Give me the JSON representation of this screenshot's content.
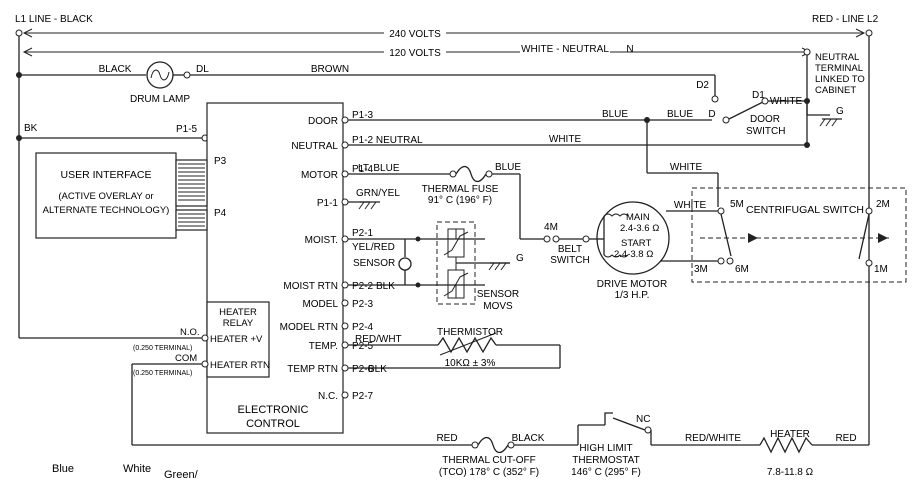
{
  "lines": {
    "l1_line": "L1 LINE - BLACK",
    "l2_line": "RED - LINE L2",
    "v240": "240 VOLTS",
    "v120": "120 VOLTS",
    "white_neutral": "WHITE - NEUTRAL",
    "n": "N",
    "neutral_terminal": [
      "NEUTRAL",
      "TERMINAL",
      "LINKED TO",
      "CABINET"
    ]
  },
  "lamp": {
    "black": "BLACK",
    "dl": "DL",
    "brown": "BROWN",
    "label": "DRUM LAMP",
    "d2": "D2"
  },
  "wires": {
    "bk": "BK",
    "p15": "P1-5",
    "l1": "L1",
    "blue1": "BLUE",
    "blue2": "BLUE",
    "d": "D",
    "d1": "D1",
    "white_door": "WHITE",
    "g_door": "G",
    "door_switch": [
      "DOOR",
      "SWITCH"
    ],
    "white_neutral": "WHITE",
    "white_mid": "WHITE",
    "white_motor": "WHITE",
    "lt_blue": "LT. BLUE",
    "blue_fuse": "BLUE",
    "thermal_fuse": [
      "THERMAL FUSE",
      "91° C (196° F)"
    ],
    "grn_yel": "GRN/YEL",
    "yel_red": "YEL/RED",
    "sensor": [
      "SENSOR",
      "BLK"
    ],
    "sensor_movs": [
      "SENSOR",
      "MOVS"
    ],
    "g_sensor": "G",
    "m4": "4M",
    "belt_switch": [
      "BELT",
      "SWITCH"
    ],
    "main": [
      "MAIN",
      "2.4-3.6 Ω"
    ],
    "start": [
      "START",
      "2.4-3.8 Ω"
    ],
    "drive_motor": [
      "DRIVE MOTOR",
      "1/3 H.P."
    ],
    "m5": "5M",
    "m3": "3M",
    "m6": "6M",
    "m2": "2M",
    "m1": "1M",
    "centrifugal": "CENTRIFUGAL SWITCH",
    "red_wht": "RED/WHT",
    "thermistor": [
      "THERMISTOR",
      "10KΩ ± 3%"
    ],
    "blk": "BLK",
    "red_tco": "RED",
    "black_tco": "BLACK",
    "tco": [
      "THERMAL CUT-OFF",
      "(TCO) 178° C (352° F)"
    ],
    "high_limit": [
      "HIGH LIMIT",
      "THERMOSTAT",
      "146° C (295° F)"
    ],
    "nc": "NC",
    "red_white": "RED/WHITE",
    "heater": [
      "HEATER",
      "7.8-11.8 Ω"
    ],
    "red_heater": "RED",
    "no": "N.O.",
    "no_term": "(0.250 TERMINAL)",
    "com": "COM",
    "com_term": "(0.250 TERMINAL)"
  },
  "ui": {
    "title": "USER INTERFACE",
    "sub1": "(ACTIVE OVERLAY or",
    "sub2": "ALTERNATE TECHNOLOGY)",
    "p3": "P3",
    "p4": "P4"
  },
  "control": {
    "labels": [
      "DOOR",
      "NEUTRAL",
      "MOTOR",
      "P1-1",
      "MOIST.",
      "MOIST RTN",
      "MODEL",
      "MODEL RTN",
      "TEMP.",
      "TEMP RTN",
      "N.C."
    ],
    "pins": [
      "P1-3",
      "P1-2 NEUTRAL",
      "P1-4",
      "",
      "P2-1",
      "P2-2",
      "P2-3",
      "P2-4",
      "P2-5",
      "P2-6",
      "P2-7"
    ],
    "relay": [
      "HEATER",
      "RELAY"
    ],
    "heater_v": "HEATER +V",
    "heater_rtn": "HEATER RTN",
    "title": [
      "ELECTRONIC",
      "CONTROL"
    ]
  },
  "legend": [
    "Blue",
    "White",
    "Green/"
  ]
}
